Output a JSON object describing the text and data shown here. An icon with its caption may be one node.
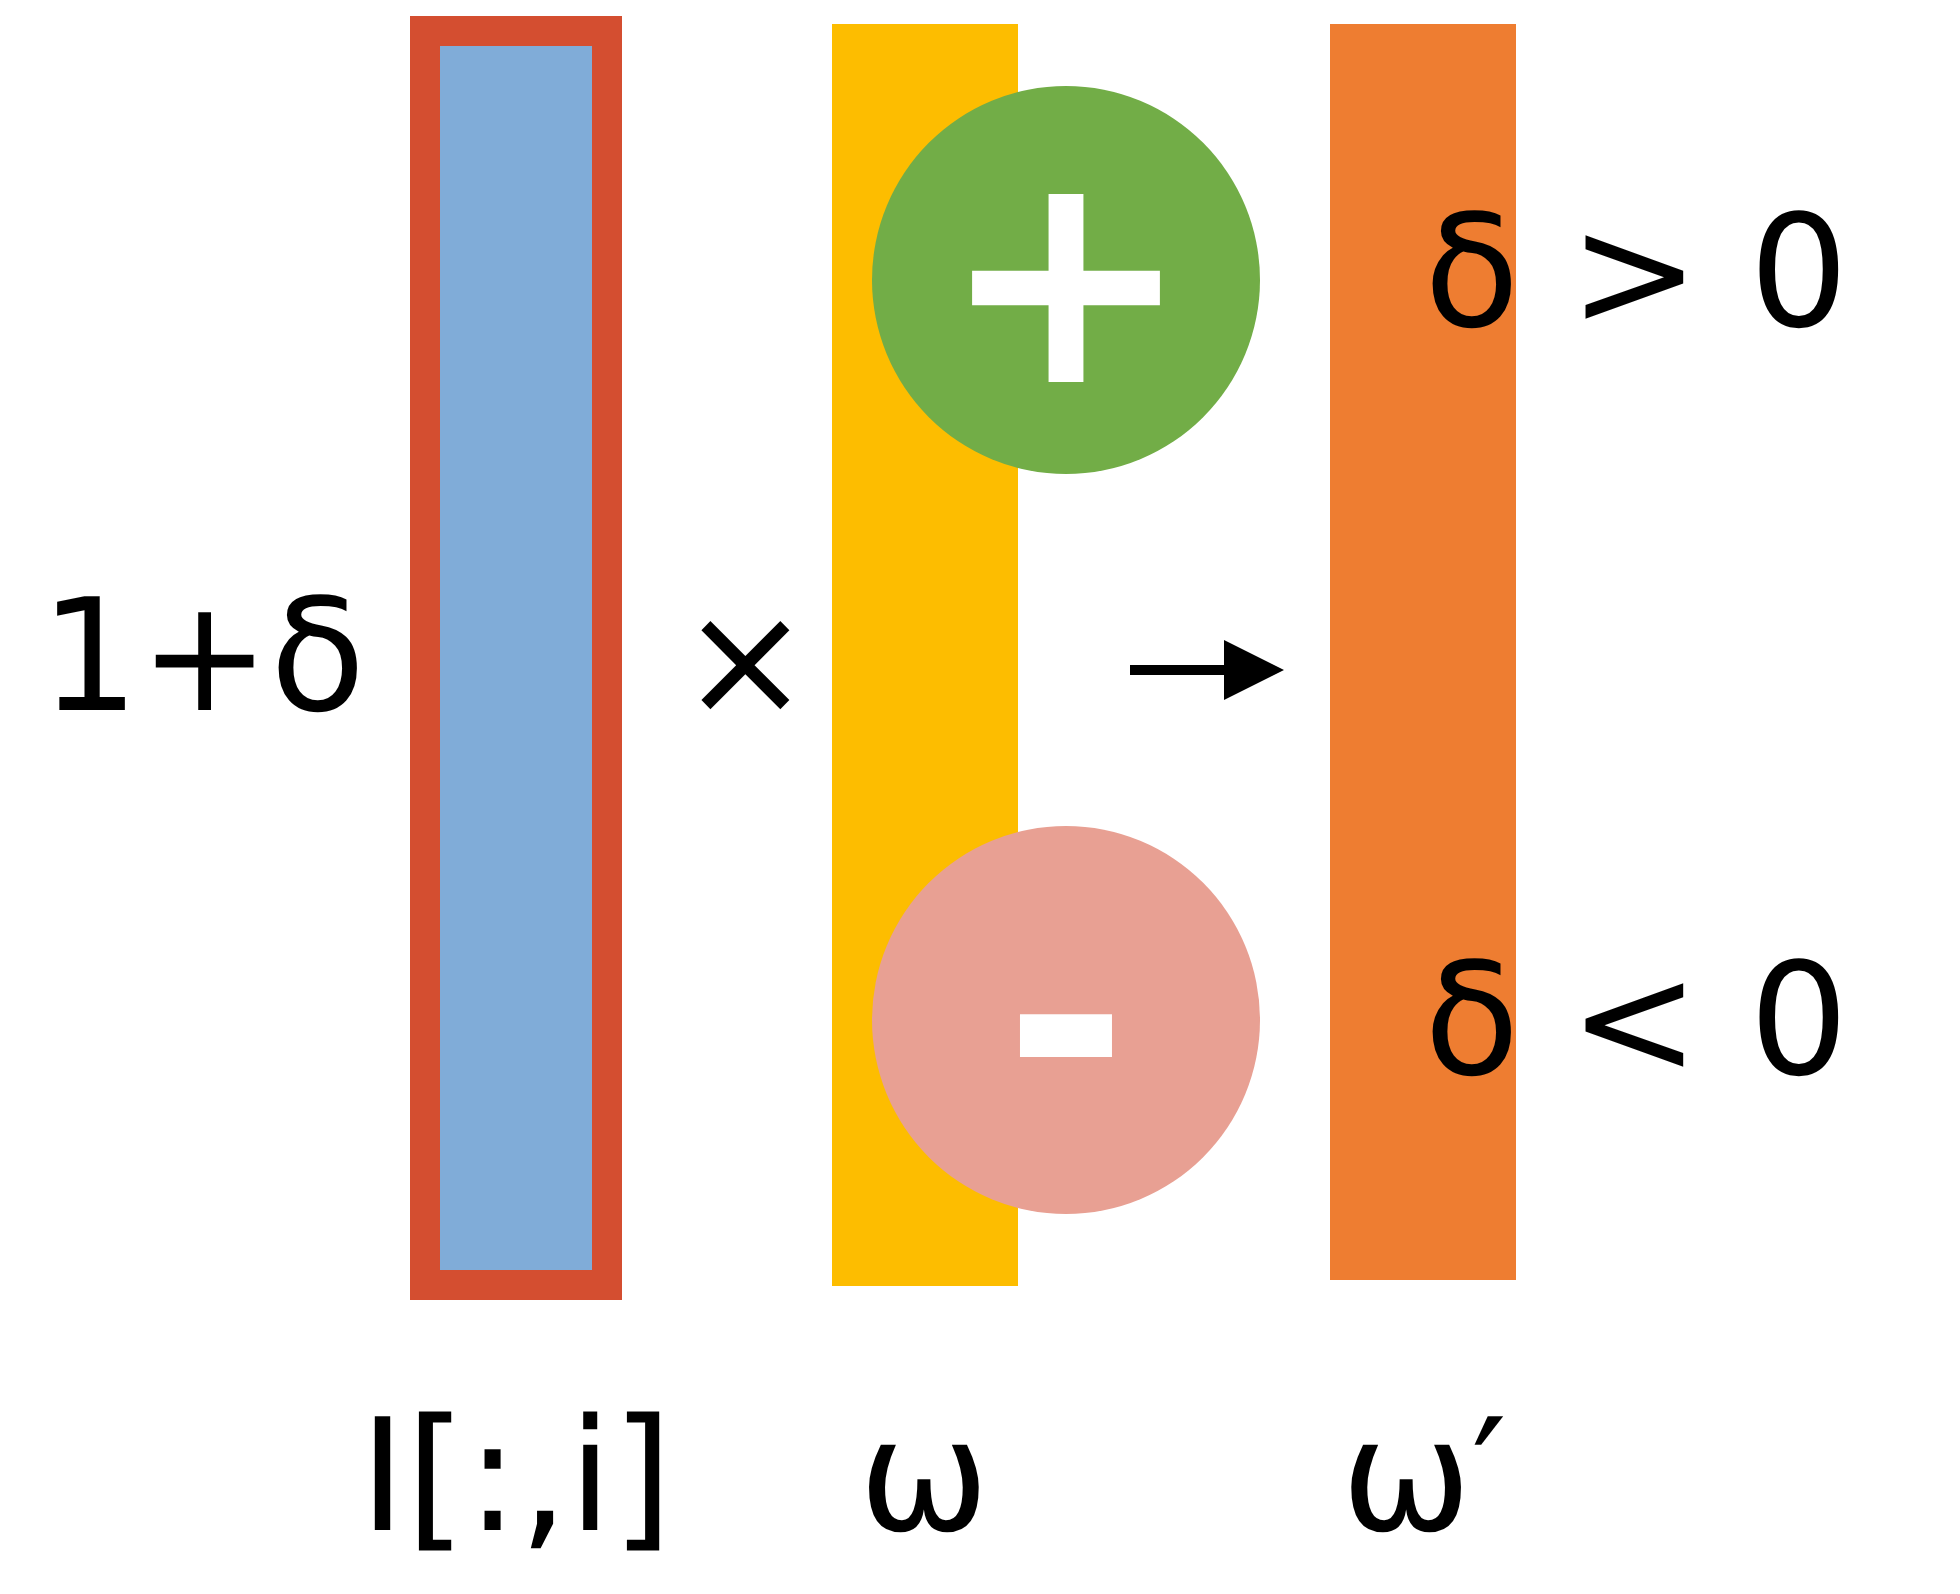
{
  "diagram": {
    "nodes": [
      {
        "text": [
          "I[:,i]"
        ]
      },
      {
        "text": [
          "ω"
        ]
      },
      {
        "text": [
          "+"
        ]
      },
      {
        "text": [
          "-"
        ]
      },
      {
        "text": [
          "ω′"
        ]
      }
    ],
    "edges": [
      {
        "from": 1,
        "to": 4,
        "arrow": "to"
      }
    ],
    "labels": [
      "1+δ",
      "×",
      "δ > 0",
      "δ < 0"
    ]
  }
}
